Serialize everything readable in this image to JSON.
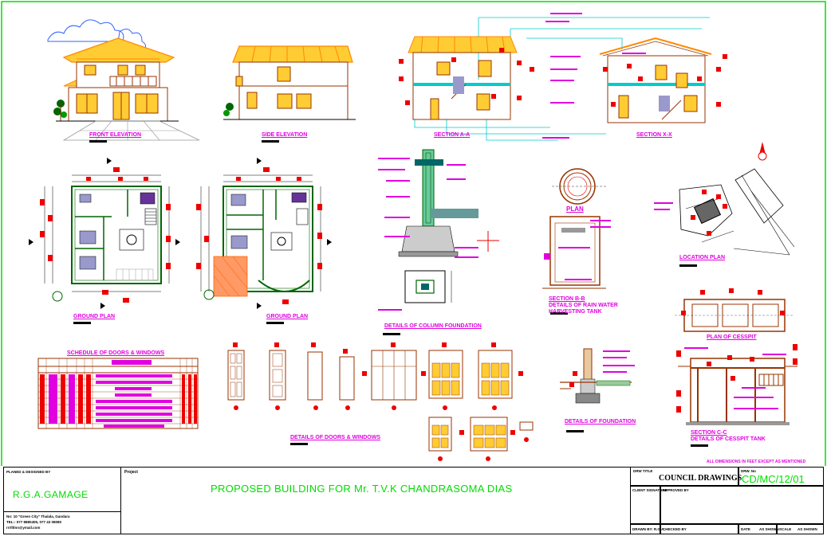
{
  "labels": {
    "front_elevation": "FRONT ELEVATION",
    "side_elevation": "SIDE ELEVATION",
    "section_aa": "SECTION A-A",
    "section_xx": "SECTION X-X",
    "ground_plan_1": "GROUND PLAN",
    "ground_plan_2": "GROUND PLAN",
    "column_foundation": "DETAILS OF COLUMN FOUNDATION",
    "tank_plan": "PLAN",
    "tank_section": "SECTION B-B",
    "tank_details_1": "DETAILS OF RAIN WATER",
    "tank_details_2": "HARVESTING TANK",
    "location_plan": "LOCATION PLAN",
    "schedule": "SCHEDULE OF DOORS & WINDOWS",
    "doors_windows": "DETAILS OF DOORS & WINDOWS",
    "foundation": "DETAILS OF FOUNDATION",
    "cesspit_plan": "PLAN OF CESSPIT",
    "section_cc": "SECTION C-C",
    "cesspit_details": "DETAILS OF CESSPIT TANK",
    "dimensions_note": "ALL DIMENSIONS IN FEET EXCEPT AS MENTIONED"
  },
  "title_block": {
    "designed_by_label": "PLANED & DESIGNED BY",
    "designer": "R.G.A.GAMAGE",
    "address_line1": "No: 10 \"Green City\" Thalala, Gandara",
    "address_line2": "TEL:- 077 8880405, 077 43 08080",
    "email": "rrrlltlnn@ymail.com",
    "project_label": "Project",
    "project_title": "PROPOSED  BUILDING FOR  Mr. T.V.K CHANDRASOMA DIAS",
    "drw_title_label": "DRW TITLE",
    "drw_title": "COUNCIL DRAWINGS",
    "drw_no_label": "DRW. No",
    "drw_no": "CD/MC/12/01",
    "client_label": "CLIENT SIGNATURE",
    "approved_label": "APPROVED BY",
    "drawn_by": "DRAWN BY: R.G.A.",
    "checked_by": "CHECKED BY",
    "date_label": "DATE",
    "scale_label": "SCALE",
    "scale": "AS SHOWN",
    "sheet": "AS SHOWN"
  },
  "colors": {
    "border": "#00dd00",
    "magenta": "#e000e0",
    "red": "#ee0000",
    "cyan": "#00cccc",
    "brown": "#993300",
    "orange": "#ff8800",
    "green_text": "#00dd00",
    "darkgreen": "#006600",
    "yellow": "#ffcc33"
  }
}
